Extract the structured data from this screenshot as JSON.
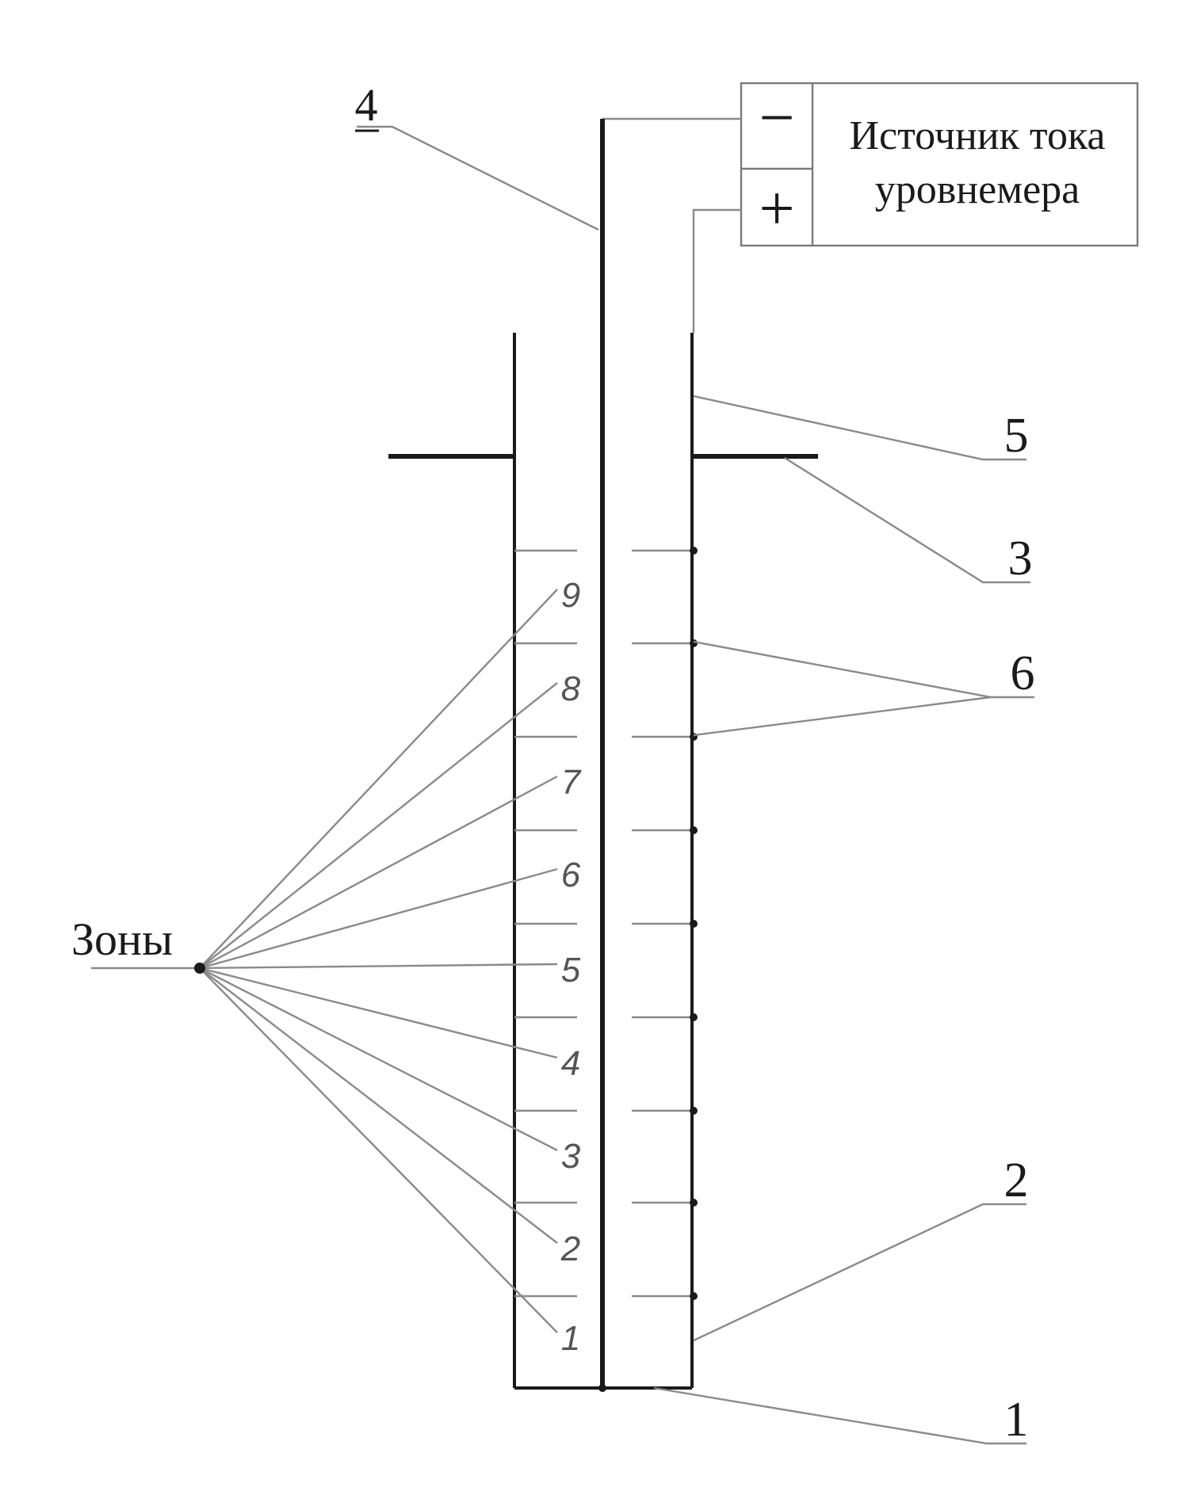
{
  "source_box": {
    "minus": "−",
    "plus": "+",
    "line1": "Источник тока",
    "line2": "уровнемера"
  },
  "callouts": {
    "c4": "4",
    "c5": "5",
    "c3": "3",
    "c6": "6",
    "c2": "2",
    "c1": "1"
  },
  "zones_label": "Зоны",
  "zone_numbers": [
    "9",
    "8",
    "7",
    "6",
    "5",
    "4",
    "3",
    "2",
    "1"
  ]
}
